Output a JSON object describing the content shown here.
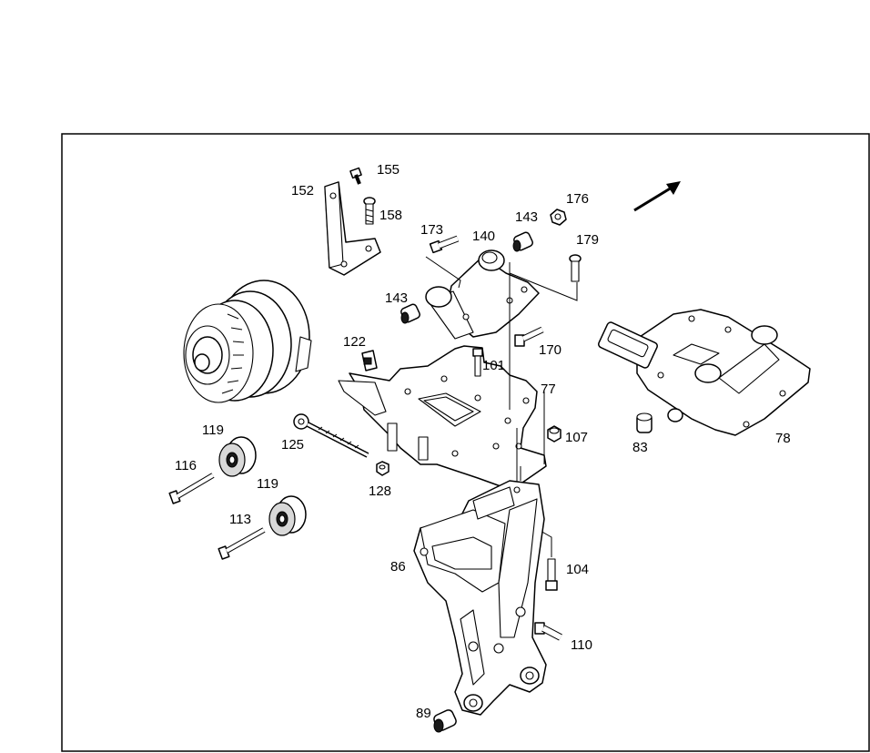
{
  "diagram": {
    "callouts": [
      {
        "id": "155",
        "text": "155"
      },
      {
        "id": "152",
        "text": "152"
      },
      {
        "id": "158",
        "text": "158"
      },
      {
        "id": "173",
        "text": "173"
      },
      {
        "id": "140",
        "text": "140"
      },
      {
        "id": "143a",
        "text": "143"
      },
      {
        "id": "176",
        "text": "176"
      },
      {
        "id": "179",
        "text": "179"
      },
      {
        "id": "143b",
        "text": "143"
      },
      {
        "id": "170",
        "text": "170"
      },
      {
        "id": "122",
        "text": "122"
      },
      {
        "id": "101",
        "text": "101"
      },
      {
        "id": "77",
        "text": "77"
      },
      {
        "id": "107",
        "text": "107"
      },
      {
        "id": "119a",
        "text": "119"
      },
      {
        "id": "125",
        "text": "125"
      },
      {
        "id": "116",
        "text": "116"
      },
      {
        "id": "128",
        "text": "128"
      },
      {
        "id": "119b",
        "text": "119"
      },
      {
        "id": "113",
        "text": "113"
      },
      {
        "id": "83",
        "text": "83"
      },
      {
        "id": "78",
        "text": "78"
      },
      {
        "id": "86",
        "text": "86"
      },
      {
        "id": "104",
        "text": "104"
      },
      {
        "id": "110",
        "text": "110"
      },
      {
        "id": "89",
        "text": "89"
      }
    ]
  }
}
